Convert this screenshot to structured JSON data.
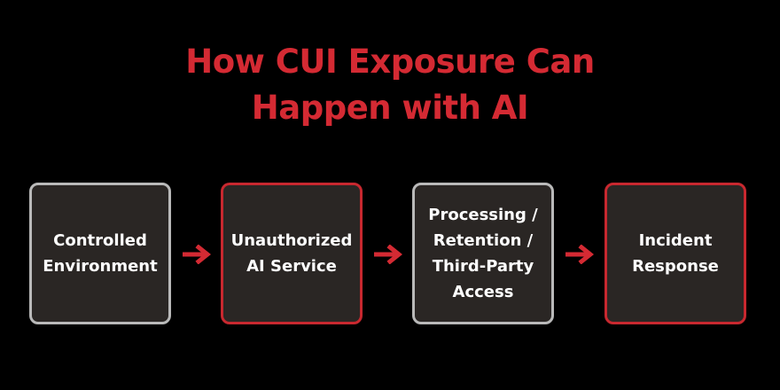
{
  "title": {
    "line1": "How CUI Exposure Can",
    "line2": "Happen with AI"
  },
  "steps": [
    {
      "label": "Controlled\nEnvironment"
    },
    {
      "label": "Unauthorized\nAI Service"
    },
    {
      "label": "Processing /\nRetention /\nThird-Party\nAccess"
    },
    {
      "label": "Incident\nResponse"
    }
  ],
  "colors": {
    "background": "#000000",
    "accent_red": "#d42a33",
    "box_fill": "#2a2624",
    "box_border_gray": "#b9b9b9",
    "box_border_red": "#c8282f",
    "text_white": "#ffffff"
  },
  "icons": {
    "connector": "arrow-right-icon"
  }
}
